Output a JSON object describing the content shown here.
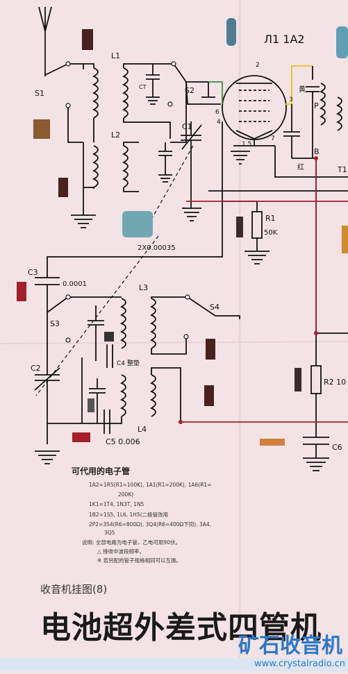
{
  "labels": {
    "tube": "Л1 1A2",
    "s1": "S1",
    "s2": "S2",
    "s3": "S3",
    "s4": "S4",
    "l1": "L1",
    "l2": "L2",
    "l3": "L3",
    "l4": "L4",
    "c1": "C1",
    "c2": "C2",
    "c3": "C3",
    "c6": "C6",
    "c3_val": "0.0001",
    "c4": "C4 整垫",
    "c5": "C5 0.006",
    "ct": "CT",
    "r1": "R1",
    "r1_val": "50K",
    "r2": "R2 10",
    "cap_dual": "2X0.00035",
    "pin_2": "2",
    "pin_3": "3",
    "pin_4": "4",
    "pin_6": "6",
    "pin_7": "7",
    "pin_15": "1.5",
    "p": "P",
    "b": "B",
    "red": "红",
    "yellow": "黄",
    "t1": "T1"
  },
  "notes": {
    "heading": "可代用的电子管",
    "line1": "1A2=1R5(R1=100K), 1A1(R1=200K), 1A6(R1=",
    "line2": "200K)",
    "line3": "1K1=1T4, 1N3T, 1N5",
    "line4": "1B2=1S5, 1L6, 1H5(二极管改用",
    "line5": "2P2=3S4(R6=800Ω), 3Q4(R6=400Ω下同), 3A4,",
    "line6": "3Q5",
    "line7": "说明: 全部电路为电子管，乙电可用90伏。",
    "line8": "△ 接收中波段频率。",
    "line9": "※ 若另配的管子规格相同可以互换。"
  },
  "subtitle": "收音机挂图(8)",
  "title": "电池超外差式四管机",
  "logo": "矿石收音机",
  "url": "www.crystalradio.cn"
}
